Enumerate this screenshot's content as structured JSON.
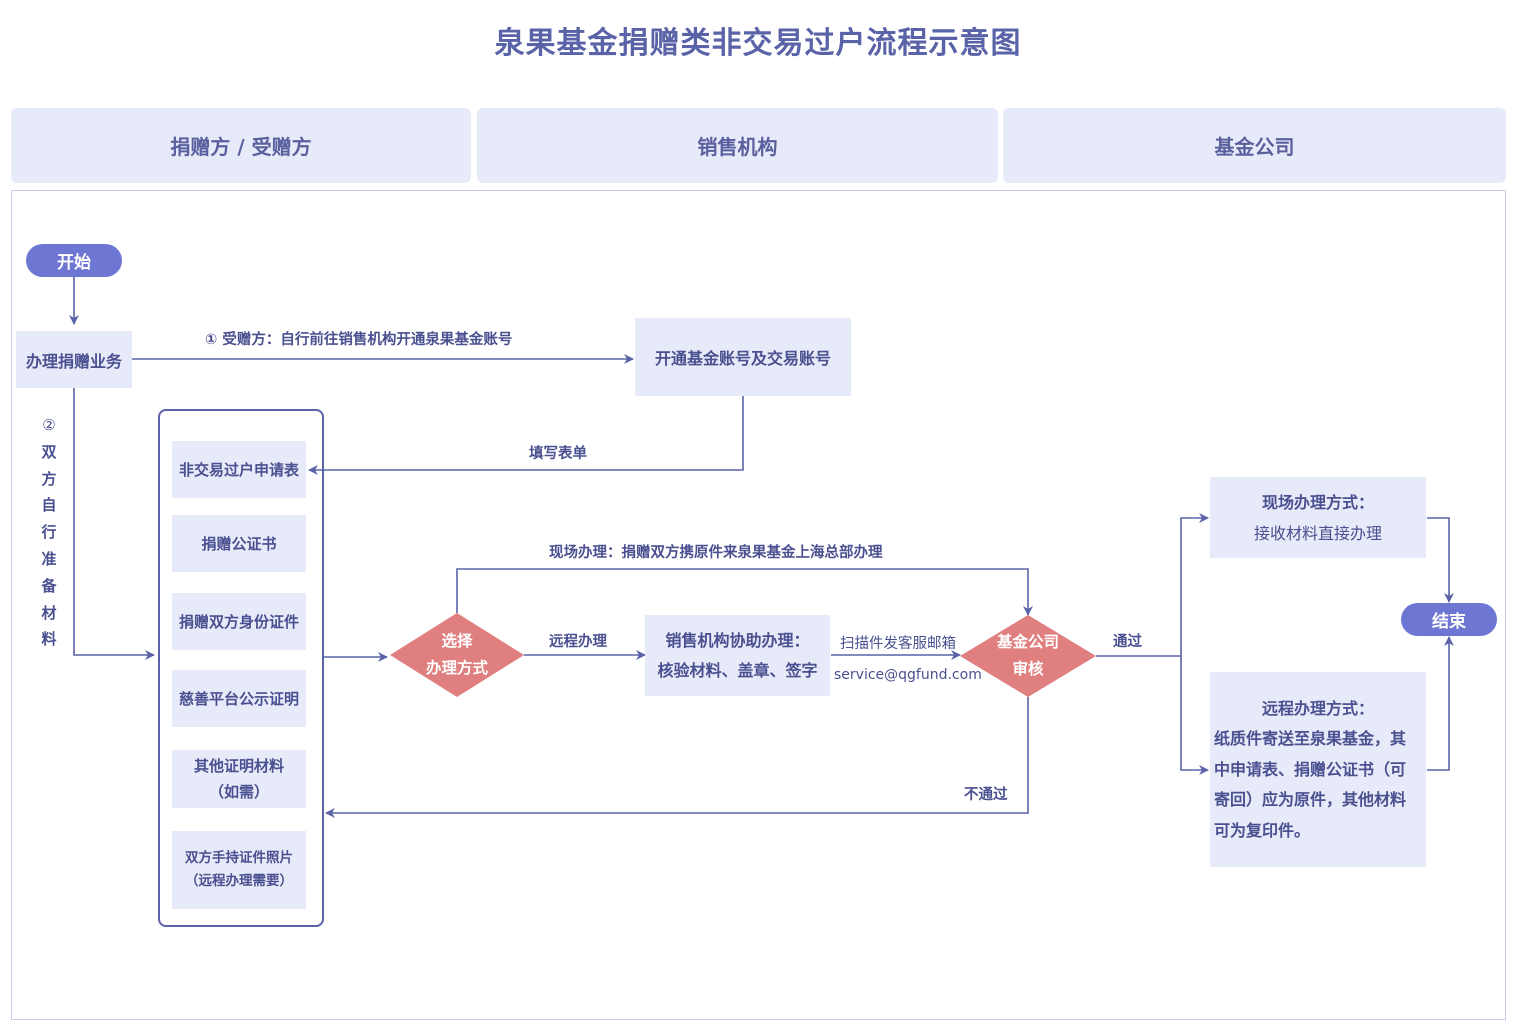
{
  "title": "泉果基金捐赠类非交易过户流程示意图",
  "lanes": [
    "捐赠方 / 受赠方",
    "销售机构",
    "基金公司"
  ],
  "nodes": {
    "start": "开始",
    "end": "结束",
    "handle": "办理捐赠业务",
    "open_account": "开通基金账号及交易账号",
    "documents": [
      "非交易过户申请表",
      "捐赠公证书",
      "捐赠双方身份证件",
      "慈善平台公示证明"
    ],
    "other_docs": [
      "其他证明材料",
      "（如需）"
    ],
    "photo_docs": [
      "双方手持证件照片",
      "（远程办理需要）"
    ],
    "choose": [
      "选择",
      "办理方式"
    ],
    "agency_assist": [
      "销售机构协助办理：",
      "核验材料、盖章、签字"
    ],
    "review": [
      "基金公司",
      "审核"
    ],
    "onsite_way": [
      "现场办理方式：",
      "接收材料直接办理"
    ],
    "remote_way_title": "远程办理方式：",
    "remote_way_lines": [
      "纸质件寄送至泉果基金，其",
      "中申请表、捐赠公证书（可",
      "寄回）应为原件，其他材料",
      "可为复印件。"
    ]
  },
  "edges": {
    "step1": "① 受赠方：自行前往销售机构开通泉果基金账号",
    "step2_mark": "②",
    "step2_chars": [
      "双",
      "方",
      "自",
      "行",
      "准",
      "备",
      "材",
      "料"
    ],
    "fill_form": "填写表单",
    "onsite": "现场办理：捐赠双方携原件来泉果基金上海总部办理",
    "remote": "远程办理",
    "scan": "扫描件发客服邮箱",
    "email": "service@qgfund.com",
    "pass": "通过",
    "fail": "不通过"
  },
  "colors": {
    "line": "#5a63a8",
    "lane": "#e7eaf8",
    "pill": "#6d76d2",
    "diamond": "#e07f80",
    "text": "#4a5090"
  }
}
